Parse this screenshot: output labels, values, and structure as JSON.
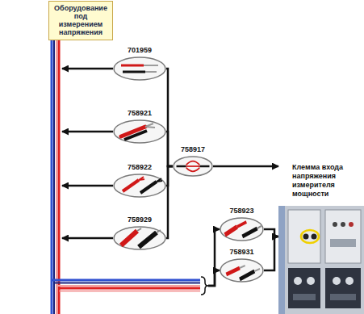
{
  "diagram": {
    "nodes": [
      {
        "text": [
          "Оборудование под измерением напряжения"
        ]
      },
      {
        "text": [
          "701959"
        ]
      },
      {
        "text": [
          "758921"
        ]
      },
      {
        "text": [
          "758922"
        ]
      },
      {
        "text": [
          "758929"
        ]
      },
      {
        "text": [
          "758917"
        ]
      },
      {
        "text": [
          "758923"
        ]
      },
      {
        "text": [
          "758931"
        ]
      },
      {
        "text": [
          "Клемма входа напряжения измерителя мощности"
        ]
      }
    ],
    "edges": [
      {
        "from": 1,
        "to": 0,
        "arrow": "to"
      },
      {
        "from": 2,
        "to": 0,
        "arrow": "to"
      },
      {
        "from": 3,
        "to": 0,
        "arrow": "to"
      },
      {
        "from": 4,
        "to": 0,
        "arrow": "to"
      },
      {
        "from": 1,
        "to": 5,
        "arrow": "none"
      },
      {
        "from": 2,
        "to": 5,
        "arrow": "none"
      },
      {
        "from": 3,
        "to": 5,
        "arrow": "none"
      },
      {
        "from": 4,
        "to": 5,
        "arrow": "none"
      },
      {
        "from": 5,
        "to": 8,
        "arrow": "to"
      },
      {
        "from": 6,
        "to": 8,
        "arrow": "to"
      },
      {
        "from": 7,
        "to": 8,
        "arrow": "to"
      },
      {
        "from": 0,
        "to": 6,
        "arrow": "to"
      },
      {
        "from": 0,
        "to": 7,
        "arrow": "to"
      }
    ]
  }
}
